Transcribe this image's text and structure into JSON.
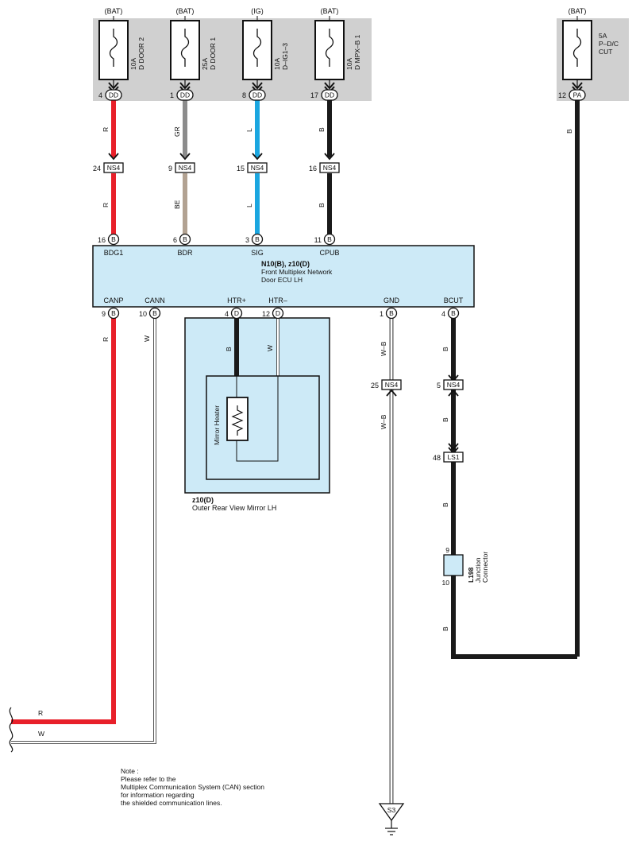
{
  "fuses": [
    {
      "source": "(BAT)",
      "rating": "10A",
      "name": "D DOOR 2",
      "pin": "4",
      "conn": "DD"
    },
    {
      "source": "(BAT)",
      "rating": "25A",
      "name": "D DOOR 1",
      "pin": "1",
      "conn": "DD"
    },
    {
      "source": "(IG)",
      "rating": "10A",
      "name": "D–IG1–3",
      "pin": "8",
      "conn": "DD"
    },
    {
      "source": "(BAT)",
      "rating": "10A",
      "name": "D MPX–B 1",
      "pin": "17",
      "conn": "DD"
    },
    {
      "source": "(BAT)",
      "rating": "5A",
      "name": "P–D/C",
      "name2": "CUT",
      "pin": "12",
      "conn": "PA"
    }
  ],
  "upper_wires": [
    {
      "top_color": "R",
      "ns4_pin": "24",
      "ns4_label": "NS4",
      "bottom_color": "R",
      "ecu_pin": "16",
      "ecu_conn": "B",
      "terminal": "BDG1"
    },
    {
      "top_color": "GR",
      "ns4_pin": "9",
      "ns4_label": "NS4",
      "bottom_color": "BE",
      "ecu_pin": "6",
      "ecu_conn": "B",
      "terminal": "BDR"
    },
    {
      "top_color": "L",
      "ns4_pin": "15",
      "ns4_label": "NS4",
      "bottom_color": "L",
      "ecu_pin": "3",
      "ecu_conn": "B",
      "terminal": "SIG"
    },
    {
      "top_color": "B",
      "ns4_pin": "16",
      "ns4_label": "NS4",
      "bottom_color": "B",
      "ecu_pin": "11",
      "ecu_conn": "B",
      "terminal": "CPUB"
    }
  ],
  "ecu": {
    "title": "N10(B), z10(D)",
    "line1": "Front Multiplex Network",
    "line2": "Door ECU LH",
    "bottom_terminals": [
      {
        "name": "CANP",
        "pin": "9",
        "conn": "B"
      },
      {
        "name": "CANN",
        "pin": "10",
        "conn": "B"
      },
      {
        "name": "HTR+",
        "pin": "4",
        "conn": "D"
      },
      {
        "name": "HTR–",
        "pin": "12",
        "conn": "D"
      },
      {
        "name": "GND",
        "pin": "1",
        "conn": "B"
      },
      {
        "name": "BCUT",
        "pin": "4",
        "conn": "B"
      }
    ]
  },
  "wire_colors": {
    "canp": "R",
    "cann": "W",
    "htr_plus": "B",
    "htr_minus": "W",
    "gnd_top": "W–B",
    "gnd_bottom": "W–B",
    "bcut_1": "B",
    "bcut_2": "B",
    "bcut_3": "B",
    "bcut_4": "B",
    "pa": "B",
    "bus_r": "R",
    "bus_w": "W"
  },
  "mirror": {
    "heater_label": "Mirror Heater",
    "code": "z10(D)",
    "name": "Outer Rear View Mirror LH"
  },
  "splices": {
    "gnd_ns4": {
      "pin": "25",
      "label": "NS4"
    },
    "bcut_ns4": {
      "pin": "5",
      "label": "NS4"
    },
    "ls1": {
      "pin": "48",
      "label": "LS1"
    }
  },
  "junction": {
    "code": "L198",
    "line1": "Junction",
    "line2": "Connector",
    "pin_top": "9",
    "pin_bottom": "10"
  },
  "ground": {
    "label": "S3"
  },
  "note": [
    "Note :",
    "Please refer to the",
    "Multiplex Communication System (CAN) section",
    "for information regarding",
    "the shielded communication lines."
  ],
  "colors": {
    "red": "#e8202a",
    "gray": "#8c8c8c",
    "beige": "#b2a292",
    "blue": "#1aa6e0",
    "black": "#1a1a1a",
    "panel_gray": "#d0d0d0",
    "ecu_fill": "#cdeaf7"
  }
}
